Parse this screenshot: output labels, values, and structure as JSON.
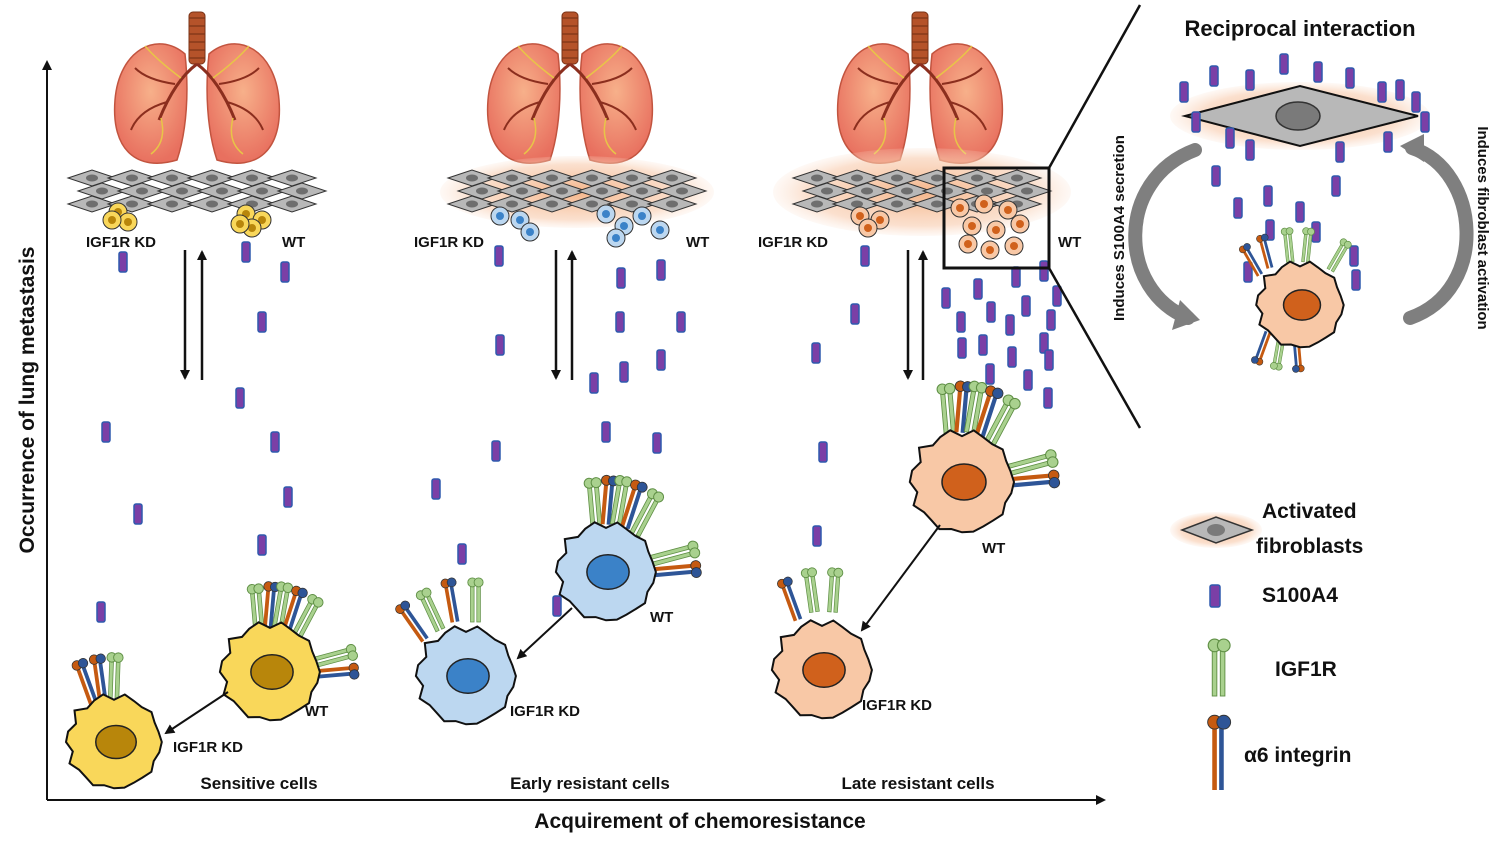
{
  "axes": {
    "y_label": "Occurrence of lung metastasis",
    "x_label": "Acquirement of chemoresistance"
  },
  "stages": [
    {
      "name": "Sensitive cells",
      "kd_top": "IGF1R KD",
      "wt_top": "WT",
      "wt_cell": "WT",
      "kd_cell": "IGF1R KD",
      "cell_fill": "#F9D75A",
      "nucleus_fill": "#B8860B"
    },
    {
      "name": "Early resistant cells",
      "kd_top": "IGF1R KD",
      "wt_top": "WT",
      "wt_cell": "WT",
      "kd_cell": "IGF1R KD",
      "cell_fill": "#BCD7F0",
      "nucleus_fill": "#3B82C8"
    },
    {
      "name": "Late resistant cells",
      "kd_top": "IGF1R KD",
      "wt_top": "WT",
      "wt_cell": "WT",
      "kd_cell": "IGF1R KD",
      "cell_fill": "#F8C8A6",
      "nucleus_fill": "#D0611C"
    }
  ],
  "inset": {
    "title": "Reciprocal interaction",
    "left_text": "Induces S100A4 secretion",
    "right_text": "Induces fibroblast activation"
  },
  "legend": {
    "fibroblast_line1": "Activated",
    "fibroblast_line2": "fibroblasts",
    "s100a4": "S100A4",
    "igf1r": "IGF1R",
    "integrin": "α6 integrin"
  },
  "colors": {
    "s100a4_fill": "#7B3FA6",
    "s100a4_edge": "#2F5AAE",
    "igf1r": "#A9D18E",
    "integrin_red": "#C55A11",
    "integrin_blue": "#2E5597",
    "fibroblast_glow": "#F4B183",
    "lung": "#F08070"
  }
}
